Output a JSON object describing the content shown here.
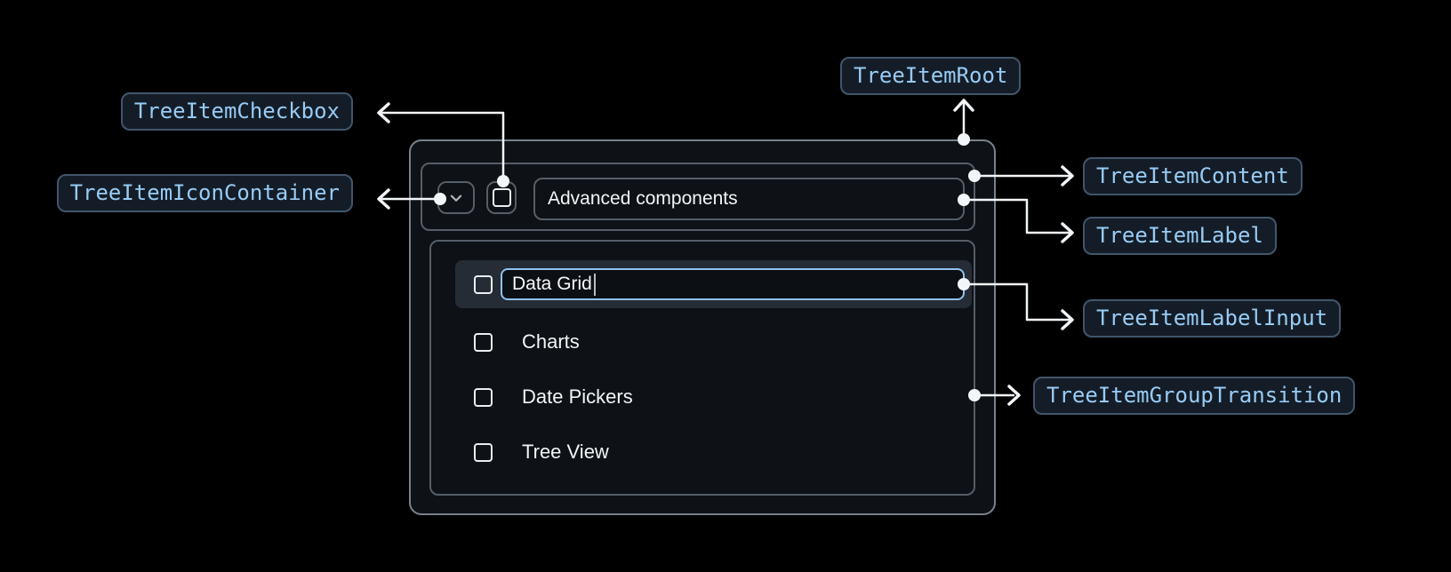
{
  "diagram": {
    "badges": {
      "root": {
        "label": "TreeItemRoot"
      },
      "checkbox": {
        "label": "TreeItemCheckbox"
      },
      "icon_container": {
        "label": "TreeItemIconContainer"
      },
      "content": {
        "label": "TreeItemContent"
      },
      "label": {
        "label": "TreeItemLabel"
      },
      "label_input": {
        "label": "TreeItemLabelInput"
      },
      "group_transition": {
        "label": "TreeItemGroupTransition"
      }
    },
    "colors": {
      "background": "#000000",
      "badge_text": "#98CBF5",
      "badge_background": "#141D27",
      "badge_border": "#41566B",
      "box_border": "#565E68",
      "outer_box_border": "#79818B",
      "row_highlight": "#252C35",
      "input_focus_border": "#90C3EF",
      "connector": "#F3F6F9",
      "text": "#F2F4F6"
    },
    "icons": {
      "expand": "chevron-down",
      "checkbox_unchecked": "square-outline"
    }
  },
  "tree": {
    "parent": {
      "label": "Advanced components",
      "expanded": true,
      "checked": false
    },
    "editing_item": {
      "value": "Data Grid",
      "checked": false
    },
    "items": [
      "Charts",
      "Date Pickers",
      "Tree View"
    ]
  }
}
